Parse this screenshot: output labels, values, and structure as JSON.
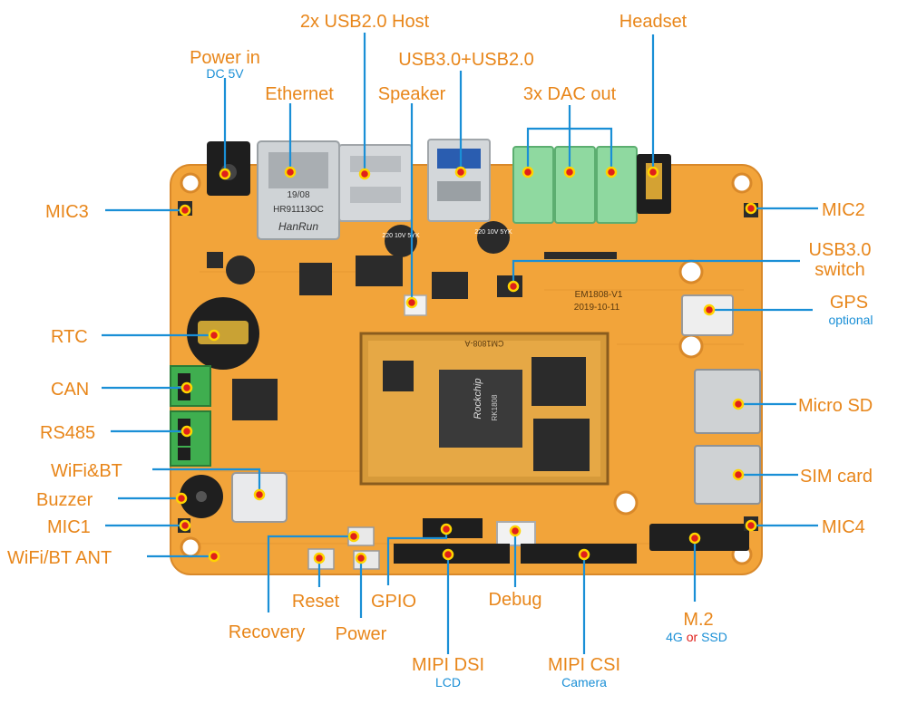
{
  "colors": {
    "label": "#e8861a",
    "sublabel": "#1a8fd6",
    "leader": "#1a8fd6",
    "marker": "#e0201b",
    "board": "#f2a43a"
  },
  "labels": {
    "power_in": "Power in",
    "power_in_sub": "DC 5V",
    "usb_host": "2x USB2.0 Host",
    "ethernet": "Ethernet",
    "usb30_20": "USB3.0+USB2.0",
    "speaker": "Speaker",
    "dac_out": "3x DAC out",
    "headset": "Headset",
    "mic3": "MIC3",
    "mic2": "MIC2",
    "usb3_switch_1": "USB3.0",
    "usb3_switch_2": "switch",
    "gps": "GPS",
    "gps_sub": "optional",
    "rtc": "RTC",
    "can": "CAN",
    "rs485": "RS485",
    "micro_sd": "Micro SD",
    "wifi_bt": "WiFi&BT",
    "sim_card": "SIM card",
    "buzzer": "Buzzer",
    "mic1": "MIC1",
    "mic4": "MIC4",
    "wifi_bt_ant": "WiFi/BT ANT",
    "reset": "Reset",
    "gpio": "GPIO",
    "debug": "Debug",
    "m2": "M.2",
    "m2_sub_a": "4G",
    "m2_sub_or": "or",
    "m2_sub_b": "SSD",
    "recovery": "Recovery",
    "power": "Power",
    "mipi_dsi": "MIPI DSI",
    "mipi_dsi_sub": "LCD",
    "mipi_csi": "MIPI CSI",
    "mipi_csi_sub": "Camera"
  },
  "board_text": {
    "eth_brand": "HanRun",
    "eth_part": "HR91113OC",
    "eth_date": "19/08",
    "cap1": "220 10V 5YK",
    "cap2": "220 10V 5YK",
    "model": "EM1808-V1",
    "date": "2019-10-11",
    "som": "CM1808-A",
    "rockchip": "Rockchip",
    "soc": "RK1808"
  }
}
